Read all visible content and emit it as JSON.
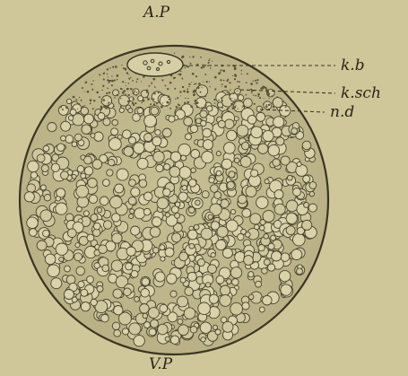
{
  "labels": {
    "animal_pole": "A.P",
    "vegetal_pole": "V.P",
    "germinal_vesicle": "k.b",
    "germinal_layer": "k.sch",
    "nutritive_yolk": "n.d"
  }
}
